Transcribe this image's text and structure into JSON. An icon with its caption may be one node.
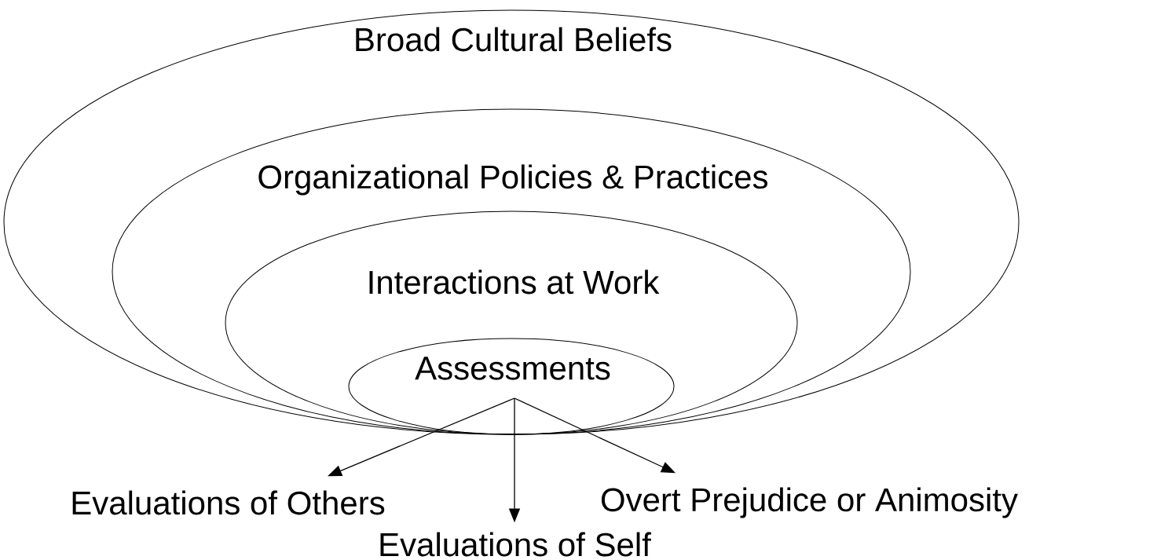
{
  "diagram": {
    "nodes": [
      {
        "text": [
          "Broad Cultural Beliefs"
        ]
      },
      {
        "text": [
          "Organizational Policies & Practices"
        ],
        "in": 0
      },
      {
        "text": [
          "Interactions at Work"
        ],
        "in": 1
      },
      {
        "text": [
          "Assessments"
        ],
        "in": 2
      },
      {
        "text": [
          "Evaluations of Others"
        ]
      },
      {
        "text": [
          "Evaluations of Self"
        ]
      },
      {
        "text": [
          "Overt Prejudice or Animosity"
        ]
      }
    ],
    "edges": [
      {
        "from": 3,
        "to": 4,
        "arrow": "to"
      },
      {
        "from": 3,
        "to": 5,
        "arrow": "to"
      },
      {
        "from": 3,
        "to": 6,
        "arrow": "to"
      }
    ]
  }
}
